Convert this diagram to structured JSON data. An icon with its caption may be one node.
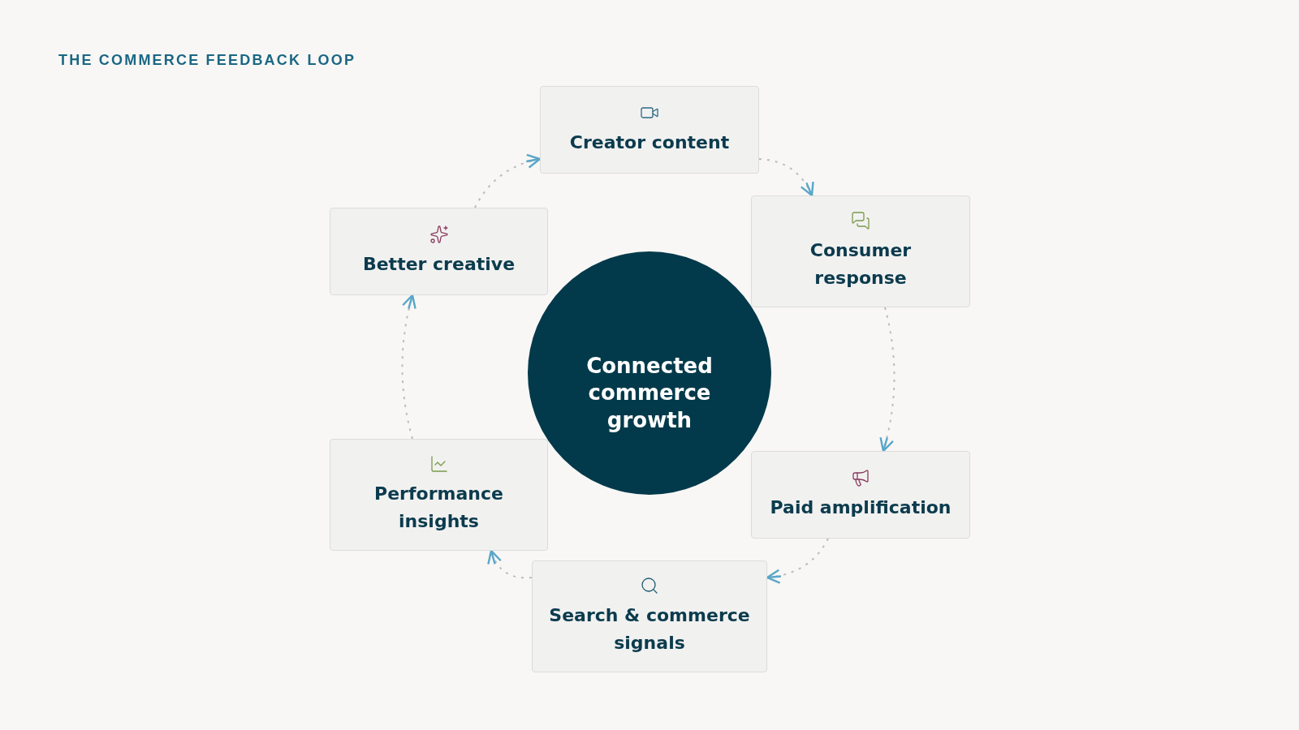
{
  "diagram": {
    "title": "THE COMMERCE FEEDBACK LOOP",
    "nodes": [
      {
        "text": [
          "Creator content"
        ]
      },
      {
        "text": [
          "Better creative"
        ]
      },
      {
        "text": [
          "Consumer response"
        ]
      },
      {
        "text": [
          "Connected commerce growth"
        ]
      },
      {
        "text": [
          "Performance insights"
        ]
      },
      {
        "text": [
          "Paid amplification"
        ]
      },
      {
        "text": [
          "Search & commerce signals"
        ]
      }
    ],
    "edges": [
      {
        "from": 0,
        "to": 2,
        "arrow": "to"
      },
      {
        "from": 2,
        "to": 5,
        "arrow": "to"
      },
      {
        "from": 5,
        "to": 6,
        "arrow": "to"
      },
      {
        "from": 6,
        "to": 4,
        "arrow": "to"
      },
      {
        "from": 4,
        "to": 1,
        "arrow": "to"
      },
      {
        "from": 1,
        "to": 0,
        "arrow": "to"
      }
    ]
  }
}
